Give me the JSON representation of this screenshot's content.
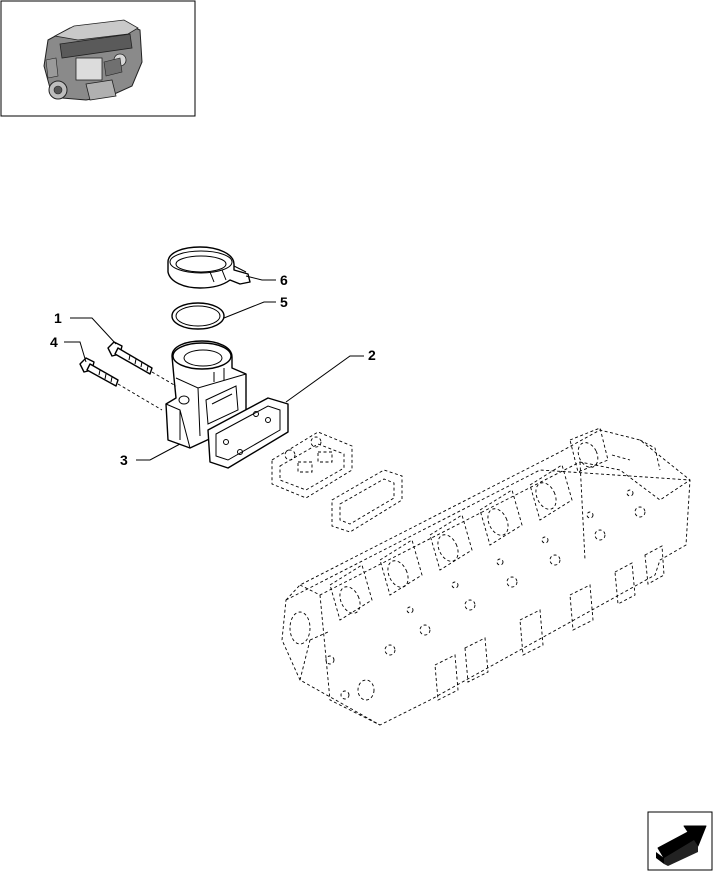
{
  "thumbnail": {
    "icon": "engine-thumbnail-icon"
  },
  "callouts": [
    {
      "id": "1",
      "label": "1"
    },
    {
      "id": "2",
      "label": "2"
    },
    {
      "id": "3",
      "label": "3"
    },
    {
      "id": "4",
      "label": "4"
    },
    {
      "id": "5",
      "label": "5"
    },
    {
      "id": "6",
      "label": "6"
    }
  ],
  "nav": {
    "icon": "next-page-arrow-icon"
  }
}
